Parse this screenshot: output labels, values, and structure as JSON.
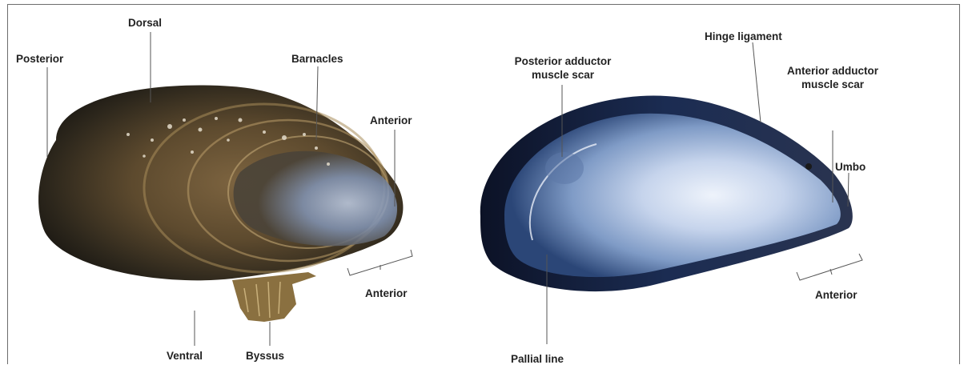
{
  "labels": {
    "dorsal": "Dorsal",
    "posterior": "Posterior",
    "barnacles": "Barnacles",
    "anterior_tip": "Anterior",
    "anterior_left": "Anterior",
    "ventral": "Ventral",
    "byssus": "Byssus",
    "posterior_adductor_line1": "Posterior adductor",
    "posterior_adductor_line2": "muscle scar",
    "hinge_ligament": "Hinge ligament",
    "anterior_adductor_line1": "Anterior adductor",
    "anterior_adductor_line2": "muscle scar",
    "umbo": "Umbo",
    "anterior_right": "Anterior",
    "pallial_line": "Pallial line"
  },
  "colors": {
    "outer_shell_dark": "#1c1a16",
    "outer_shell_brown": "#6b5535",
    "outer_shell_tip": "#8ea4c6",
    "inner_nacre": "#c5d3ea",
    "inner_rim": "#0f1c3a",
    "byssus": "#8a7040",
    "leader_line": "#555555"
  }
}
